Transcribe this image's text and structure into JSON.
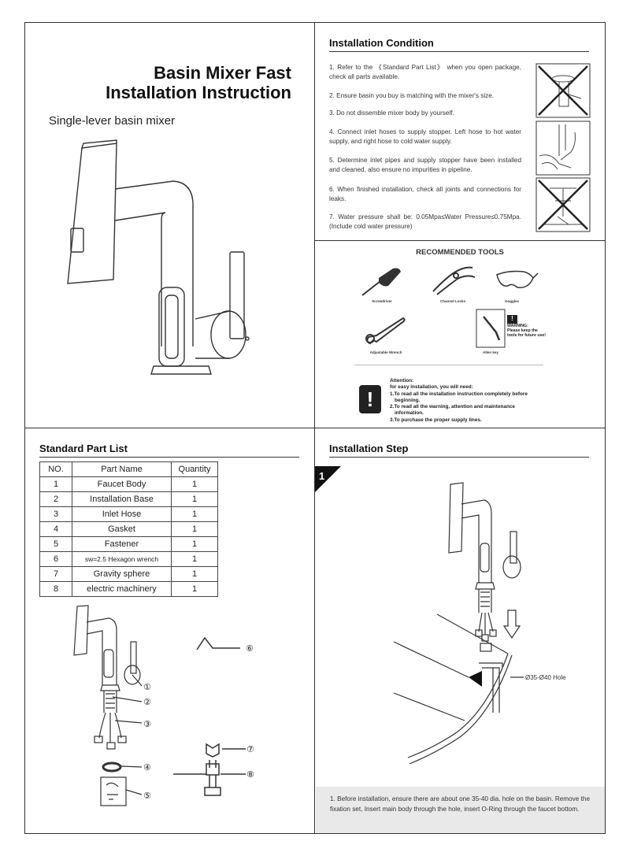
{
  "title": {
    "line1": "Basin Mixer Fast",
    "line2": "Installation Instruction",
    "subtitle": "Single-lever basin mixer"
  },
  "installation_condition": {
    "heading": "Installation Condition",
    "items": [
      "1. Refer to the 《Standard Part List》 when you open package, check all parts available.",
      "2. Ensure basin you buy is matching with the mixer's size.",
      "3. Do not dissemble mixer body by yourself.",
      "4. Connect inlet hoses to supply stopper. Left hose to hot water supply, and right hose to cold water supply.",
      "5. Determine inlet pipes and supply stopper have been installed and cleaned, also ensure no impurities in pipeline.",
      "6. When finished installation, check all joints and connections for leaks.",
      "7. Water pressure shall be: 0.05Mpa≤Water Pressure≤0.75Mpa. (Include cold water pressure)"
    ]
  },
  "recommended_tools": {
    "heading": "RECOMMENDED TOOLS",
    "tools": [
      "Screwdriver",
      "Channel Locks",
      "Goggles",
      "Adjustable Wrench",
      "Allen key"
    ],
    "warning_title": "WARNING:",
    "warning_text": "Please keep the tools for future use!",
    "attention_title": "Attention:",
    "attention_lines": [
      "for easy installation, you will need:",
      "1.To read all the installation instruction completely before",
      "beginning.",
      "2.To read all the warning, attention and maintenance",
      "information.",
      "3.To purchase the proper supply lines."
    ]
  },
  "part_list": {
    "heading": "Standard Part List",
    "columns": [
      "NO.",
      "Part Name",
      "Quantity"
    ],
    "rows": [
      [
        "1",
        "Faucet Body",
        "1"
      ],
      [
        "2",
        "Installation Base",
        "1"
      ],
      [
        "3",
        "Inlet Hose",
        "1"
      ],
      [
        "4",
        "Gasket",
        "1"
      ],
      [
        "5",
        "Fastener",
        "1"
      ],
      [
        "6",
        "sw=2.5 Hexagon wrench",
        "1"
      ],
      [
        "7",
        "Gravity sphere",
        "1"
      ],
      [
        "8",
        "electric machinery",
        "1"
      ]
    ],
    "callouts": [
      "①",
      "②",
      "③",
      "④",
      "⑤",
      "⑥",
      "⑦",
      "⑧"
    ]
  },
  "installation_step": {
    "heading": "Installation Step",
    "step_number": "1",
    "hole_label": "Ø35-Ø40 Hole",
    "caption": "1. Before installation, ensure there are about one 35-40 dia. hole on the basin. Remove the fixation set, Insert main body through the hole, insert O-Ring through the faucet bottom."
  }
}
